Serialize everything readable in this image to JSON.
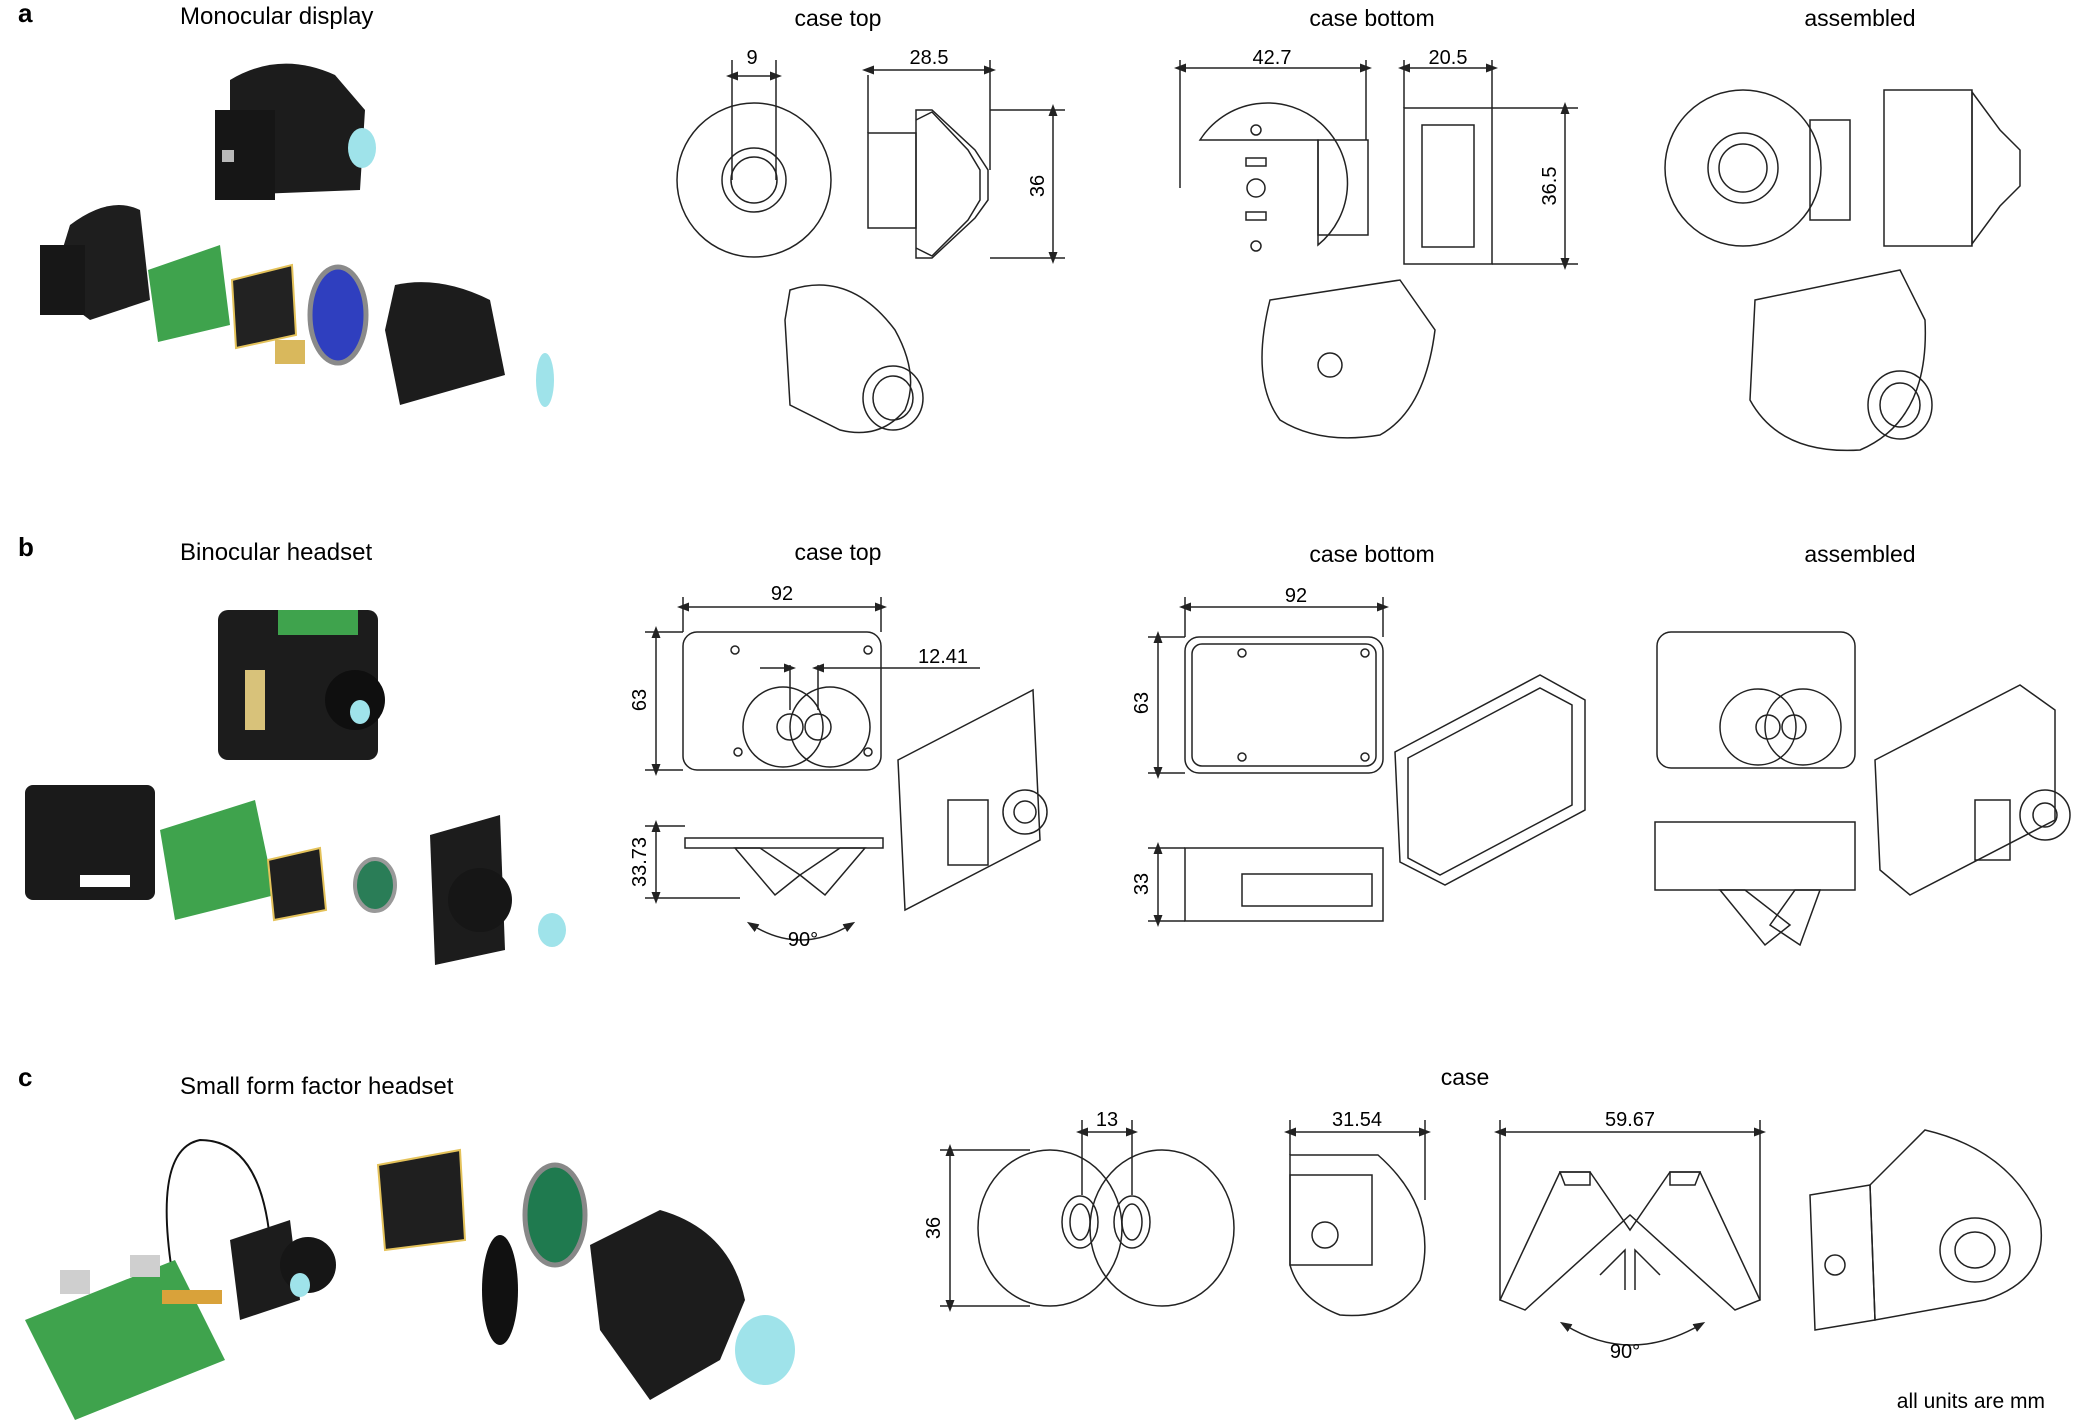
{
  "panels": {
    "a": {
      "letter": "a",
      "title": "Monocular display",
      "views": [
        "case top",
        "case bottom",
        "assembled"
      ],
      "dims": {
        "top_width": "9",
        "top_depth": "28.5",
        "top_height": "36",
        "bottom_width": "42.7",
        "bottom_depth": "20.5",
        "bottom_height": "36.5"
      }
    },
    "b": {
      "letter": "b",
      "title": "Binocular headset",
      "views": [
        "case top",
        "case bottom",
        "assembled"
      ],
      "dims": {
        "top_width": "92",
        "top_height": "63",
        "eye_offset": "12.41",
        "side_height": "33.73",
        "angle": "90°",
        "bottom_width": "92",
        "bottom_height": "63",
        "bottom_side": "33"
      }
    },
    "c": {
      "letter": "c",
      "title": "Small form factor headset",
      "views": [
        "case"
      ],
      "dims": {
        "eye_gap": "13",
        "height": "36",
        "depth": "31.54",
        "width": "59.67",
        "angle": "90°"
      }
    }
  },
  "footnote": "all units are mm",
  "colors": {
    "case": "#1c1c1c",
    "pcb": "#3fa34d",
    "lens": "#9fe3ea",
    "display": "#2f3fbf",
    "line": "#222222"
  }
}
